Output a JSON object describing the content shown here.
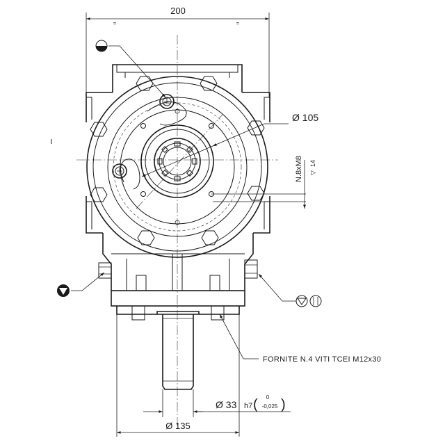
{
  "dimensions": {
    "overall_width": "200",
    "flange_diameter": "Ø 105",
    "thread_spec": "N.8xM8",
    "thread_depth": "14",
    "thread_depth_symbol": "▽",
    "shaft_diameter": "Ø 33",
    "shaft_tolerance": "h7",
    "tol_upper": "0",
    "tol_lower": "-0,025",
    "base_diameter": "Ø 135",
    "equal_mark": "="
  },
  "notes": {
    "screws": "FORNITE N.4 VITI TCEI M12x30"
  },
  "symbols": {
    "fill_plug": "half-filled-circle-icon",
    "drain_plug": "filled-triangle-in-circle-icon",
    "level_plug": "level-indicator-icon"
  }
}
